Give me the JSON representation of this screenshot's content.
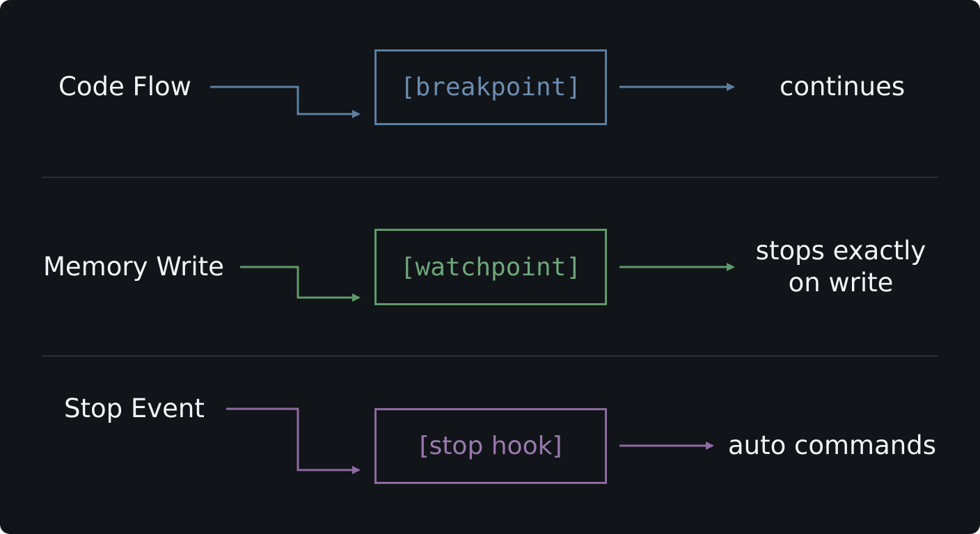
{
  "rows": [
    {
      "source": "Code Flow",
      "node": "[breakpoint]",
      "result": "continues",
      "color": "#5b7fa3"
    },
    {
      "source": "Memory Write",
      "node": "[watchpoint]",
      "result_lines": [
        "stops exactly",
        "on write"
      ],
      "color": "#5f9a6c"
    },
    {
      "source": "Stop Event",
      "node": "[stop hook]",
      "result": "auto commands",
      "color": "#8f6aa3"
    }
  ],
  "colors": {
    "background": "#111418",
    "text": "#f2f4f7",
    "divider": "#2b3038"
  }
}
